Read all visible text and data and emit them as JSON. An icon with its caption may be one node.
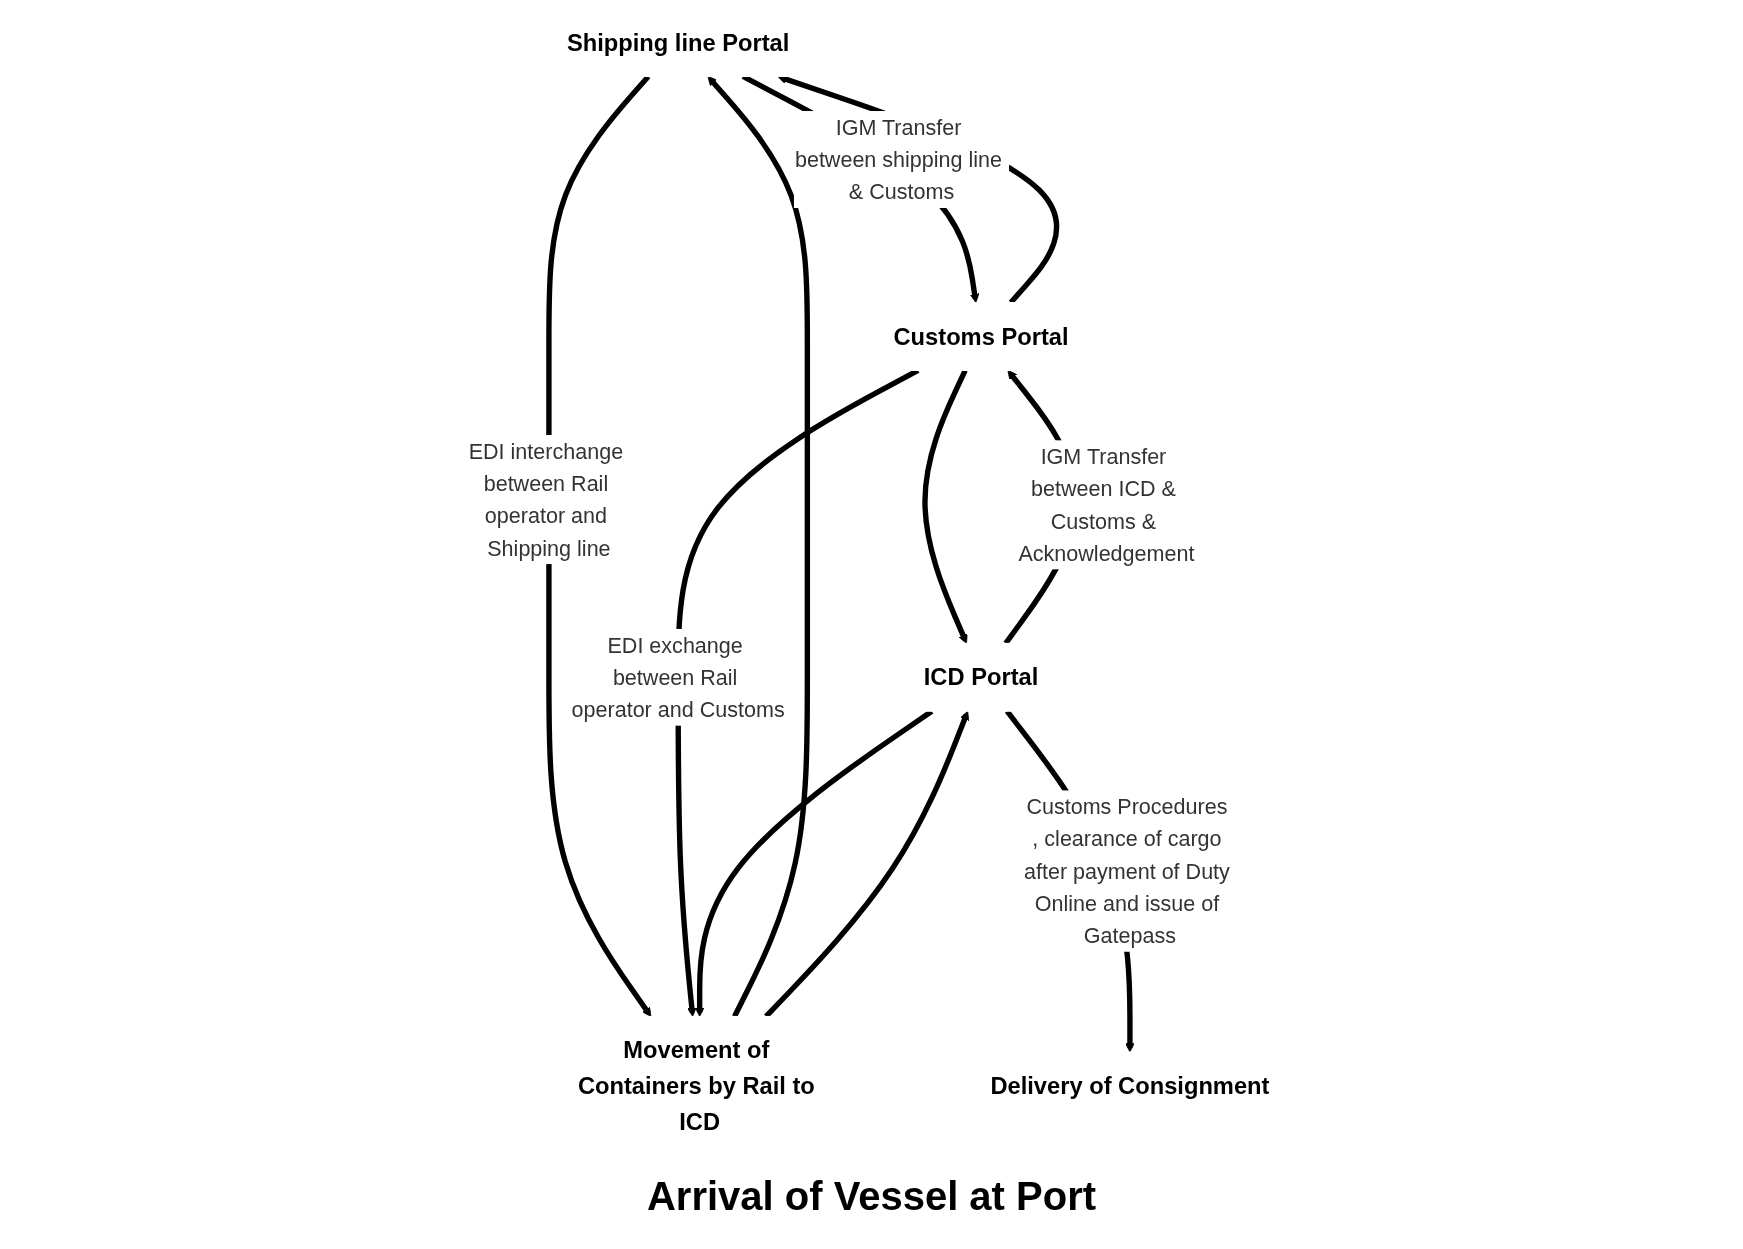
{
  "diagram": {
    "caption": "Arrival of Vessel at Port",
    "nodes": [
      {
        "text": [
          "Shipping line Portal"
        ]
      },
      {
        "text": [
          "Customs Portal"
        ]
      },
      {
        "text": [
          "ICD Portal"
        ]
      },
      {
        "text": [
          "Movement of Containers by Rail to ICD"
        ]
      },
      {
        "text": [
          "Delivery of Consignment"
        ]
      }
    ],
    "edges": [
      {
        "from": 0,
        "to": 1,
        "arrow": "to",
        "label": "IGM Transfer between shipping line & Customs"
      },
      {
        "from": 1,
        "to": 0,
        "arrow": "to"
      },
      {
        "from": 2,
        "to": 1,
        "arrow": "to",
        "label": "IGM Transfer between ICD & Customs & Acknowledgement"
      },
      {
        "from": 1,
        "to": 2,
        "arrow": "to"
      },
      {
        "from": 0,
        "to": 3,
        "arrow": "to",
        "label": "EDI interchange between Rail operator and Shipping line"
      },
      {
        "from": 3,
        "to": 0,
        "arrow": "to"
      },
      {
        "from": 1,
        "to": 3,
        "arrow": "to",
        "label": "EDI exchange between Rail operator and Customs"
      },
      {
        "from": 3,
        "to": 2,
        "arrow": "to"
      },
      {
        "from": 2,
        "to": 3,
        "arrow": "to"
      },
      {
        "from": 2,
        "to": 4,
        "arrow": "to",
        "label": "Customs Procedures , clearance of cargo after payment of Duty Online and issue of Gatepass"
      }
    ]
  }
}
